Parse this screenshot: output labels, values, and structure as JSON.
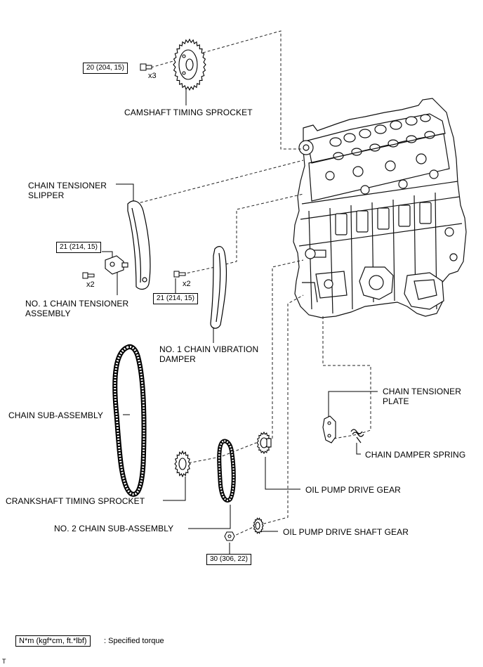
{
  "labels": {
    "camshaft_sprocket": "CAMSHAFT TIMING SPROCKET",
    "tensioner_slipper_1": "CHAIN TENSIONER",
    "tensioner_slipper_2": "SLIPPER",
    "tensioner_assy_1": "NO. 1 CHAIN TENSIONER",
    "tensioner_assy_2": "ASSEMBLY",
    "vibration_damper_1": "NO. 1 CHAIN VIBRATION",
    "vibration_damper_2": "DAMPER",
    "chain_sub_assembly": "CHAIN SUB-ASSEMBLY",
    "crankshaft_sprocket": "CRANKSHAFT TIMING SPROCKET",
    "no2_chain": "NO. 2 CHAIN SUB-ASSEMBLY",
    "oil_pump_drive_gear": "OIL PUMP DRIVE GEAR",
    "oil_pump_shaft_gear": "OIL PUMP DRIVE SHAFT GEAR",
    "tensioner_plate_1": "CHAIN TENSIONER",
    "tensioner_plate_2": "PLATE",
    "damper_spring": "CHAIN DAMPER SPRING"
  },
  "torques": {
    "camshaft": "20 (204, 15)",
    "tensioner": "21 (214, 15)",
    "damper": "21 (214, 15)",
    "oil_pump": "30 (306, 22)"
  },
  "quantities": {
    "camshaft_bolts": "x3",
    "tensioner_bolts": "x2",
    "damper_bolts": "x2"
  },
  "legend": {
    "unit": "N*m (kgf*cm, ft.*lbf)",
    "description": ": Specified torque"
  },
  "corner_code": "T"
}
